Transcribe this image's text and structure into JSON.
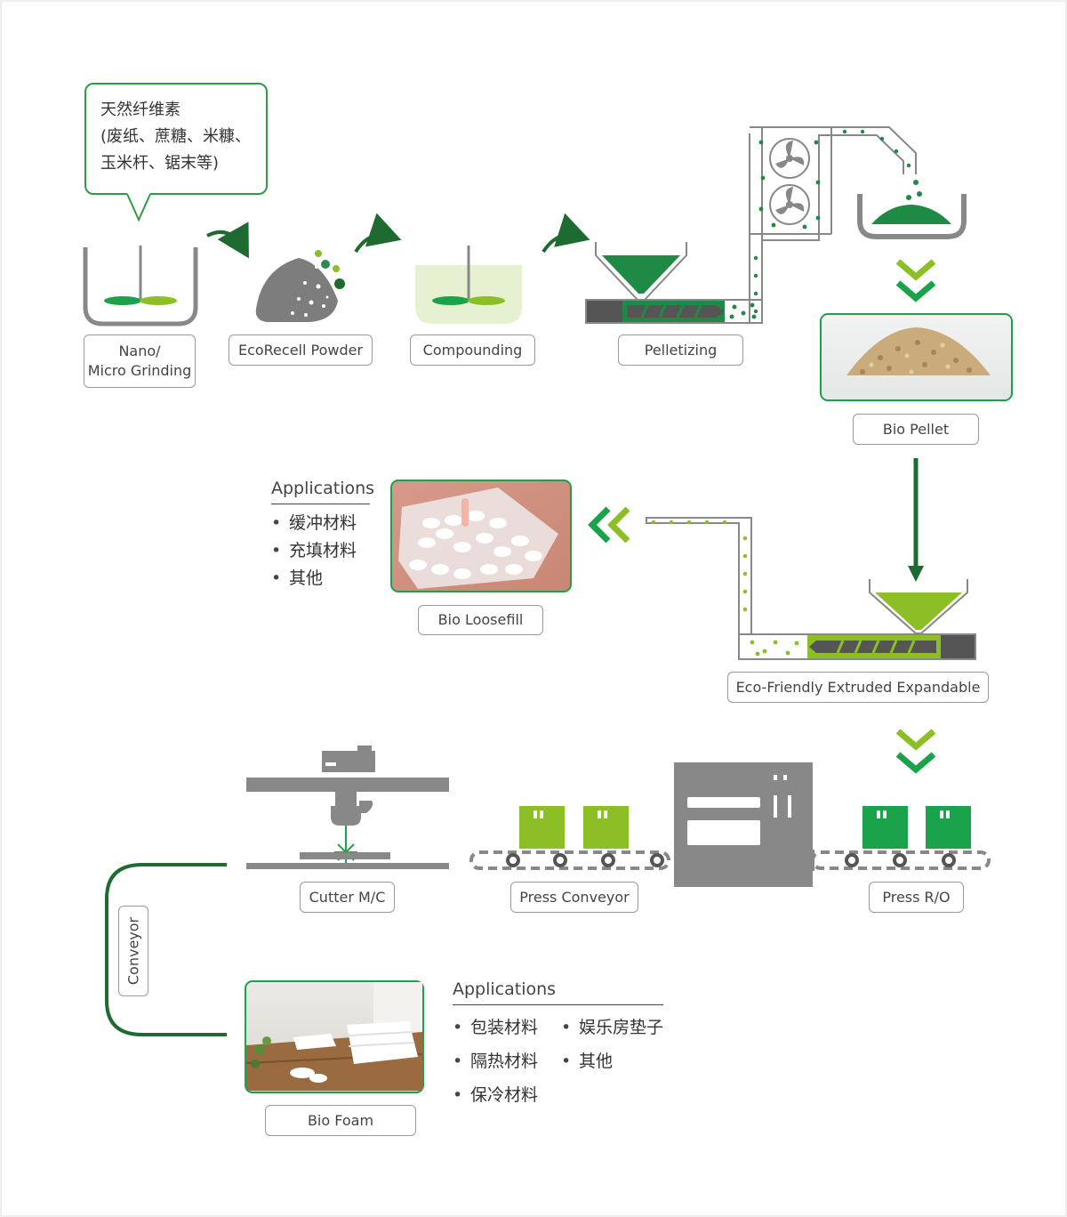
{
  "bubble": {
    "lines": [
      "天然纤维素",
      "(废纸、蔗糖、米糠、",
      "玉米杆、锯末等)"
    ]
  },
  "labels": {
    "grinding": [
      "Nano/",
      "Micro Grinding"
    ],
    "powder": "EcoRecell Powder",
    "compounding": "Compounding",
    "pelletizing": "Pelletizing",
    "bio_pellet": "Bio Pellet",
    "extruded": "Eco-Friendly Extruded Expandable",
    "loosefill": "Bio Loosefill",
    "cutter": "Cutter M/C",
    "press_conveyor": "Press Conveyor",
    "press_ro": "Press R/O",
    "conveyor": "Conveyor",
    "bio_foam": "Bio Foam"
  },
  "apps_loosefill": {
    "title": "Applications",
    "items": [
      "缓冲材料",
      "充填材料",
      "其他"
    ]
  },
  "apps_foam": {
    "title": "Applications",
    "col1": [
      "包装材料",
      "隔热材料",
      "保冷材料"
    ],
    "col2": [
      "娱乐房垫子",
      "其他"
    ]
  },
  "colors": {
    "dark_green": "#1e6b32",
    "mid_green": "#2e8b4e",
    "bright_green": "#1aa34a",
    "lime": "#8cbf26",
    "gray": "#757575"
  }
}
